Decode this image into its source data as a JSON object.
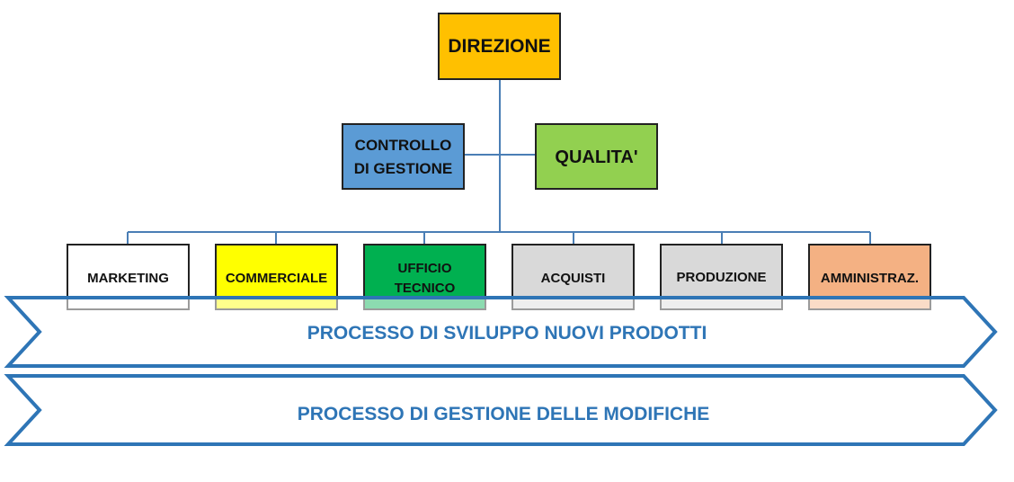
{
  "direzione": {
    "label": "DIREZIONE",
    "fill": "#ffc000"
  },
  "staff": [
    {
      "id": "controllo",
      "lines": [
        "CONTROLLO",
        "DI GESTIONE"
      ],
      "fill": "#5b9bd5"
    },
    {
      "id": "qualita",
      "lines": [
        "QUALITA'"
      ],
      "fill": "#92d050"
    }
  ],
  "departments": [
    {
      "id": "marketing",
      "lines": [
        "MARKETING"
      ],
      "fill": "#ffffff"
    },
    {
      "id": "commerciale",
      "lines": [
        "COMMERCIALE"
      ],
      "fill": "#ffff00"
    },
    {
      "id": "ufficio-tecnico",
      "lines": [
        "UFFICIO",
        "TECNICO"
      ],
      "fill": "#00b050"
    },
    {
      "id": "acquisti",
      "lines": [
        "ACQUISTI"
      ],
      "fill": "#d9d9d9"
    },
    {
      "id": "produzione",
      "lines": [
        "PRODUZIONE"
      ],
      "fill": "#d9d9d9"
    },
    {
      "id": "amministrazione",
      "lines": [
        "AMMINISTRAZ."
      ],
      "fill": "#f4b183"
    }
  ],
  "processes": [
    {
      "id": "sviluppo",
      "label": "PROCESSO  DI SVILUPPO  NUOVI  PRODOTTI"
    },
    {
      "id": "modifiche",
      "label": "PROCESSO  DI GESTIONE  DELLE MODIFICHE"
    }
  ],
  "colors": {
    "connector": "#4a7eb5",
    "border": "#222222",
    "process_outline": "#2e75b6",
    "process_text": "#2e75b6"
  }
}
